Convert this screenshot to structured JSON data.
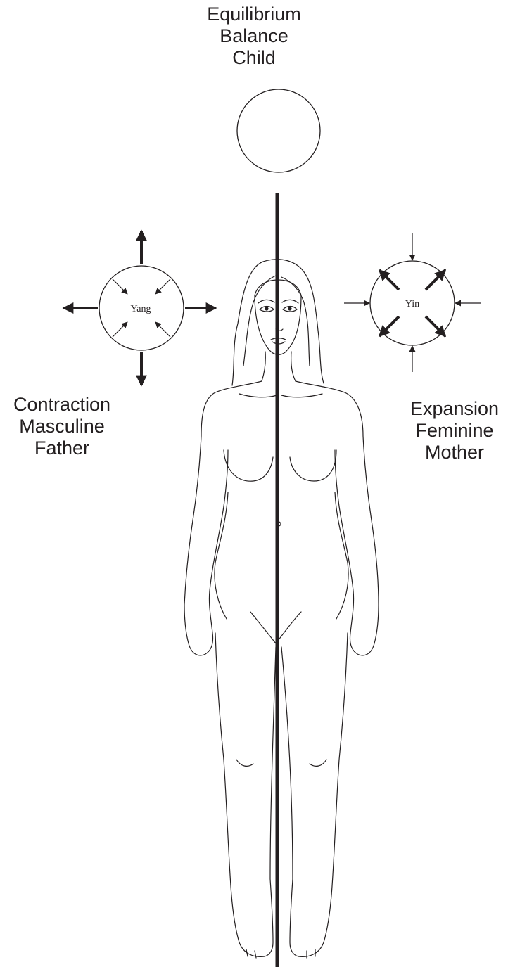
{
  "top_group": {
    "lines": [
      "Equilibrium",
      "Balance",
      "Child"
    ]
  },
  "yang_group": {
    "symbol_label": "Yang",
    "lines": [
      "Contraction",
      "Masculine",
      "Father"
    ]
  },
  "yin_group": {
    "symbol_label": "Yin",
    "lines": [
      "Expansion",
      "Feminine",
      "Mother"
    ]
  },
  "colors": {
    "ink": "#231f20",
    "background": "#ffffff"
  }
}
